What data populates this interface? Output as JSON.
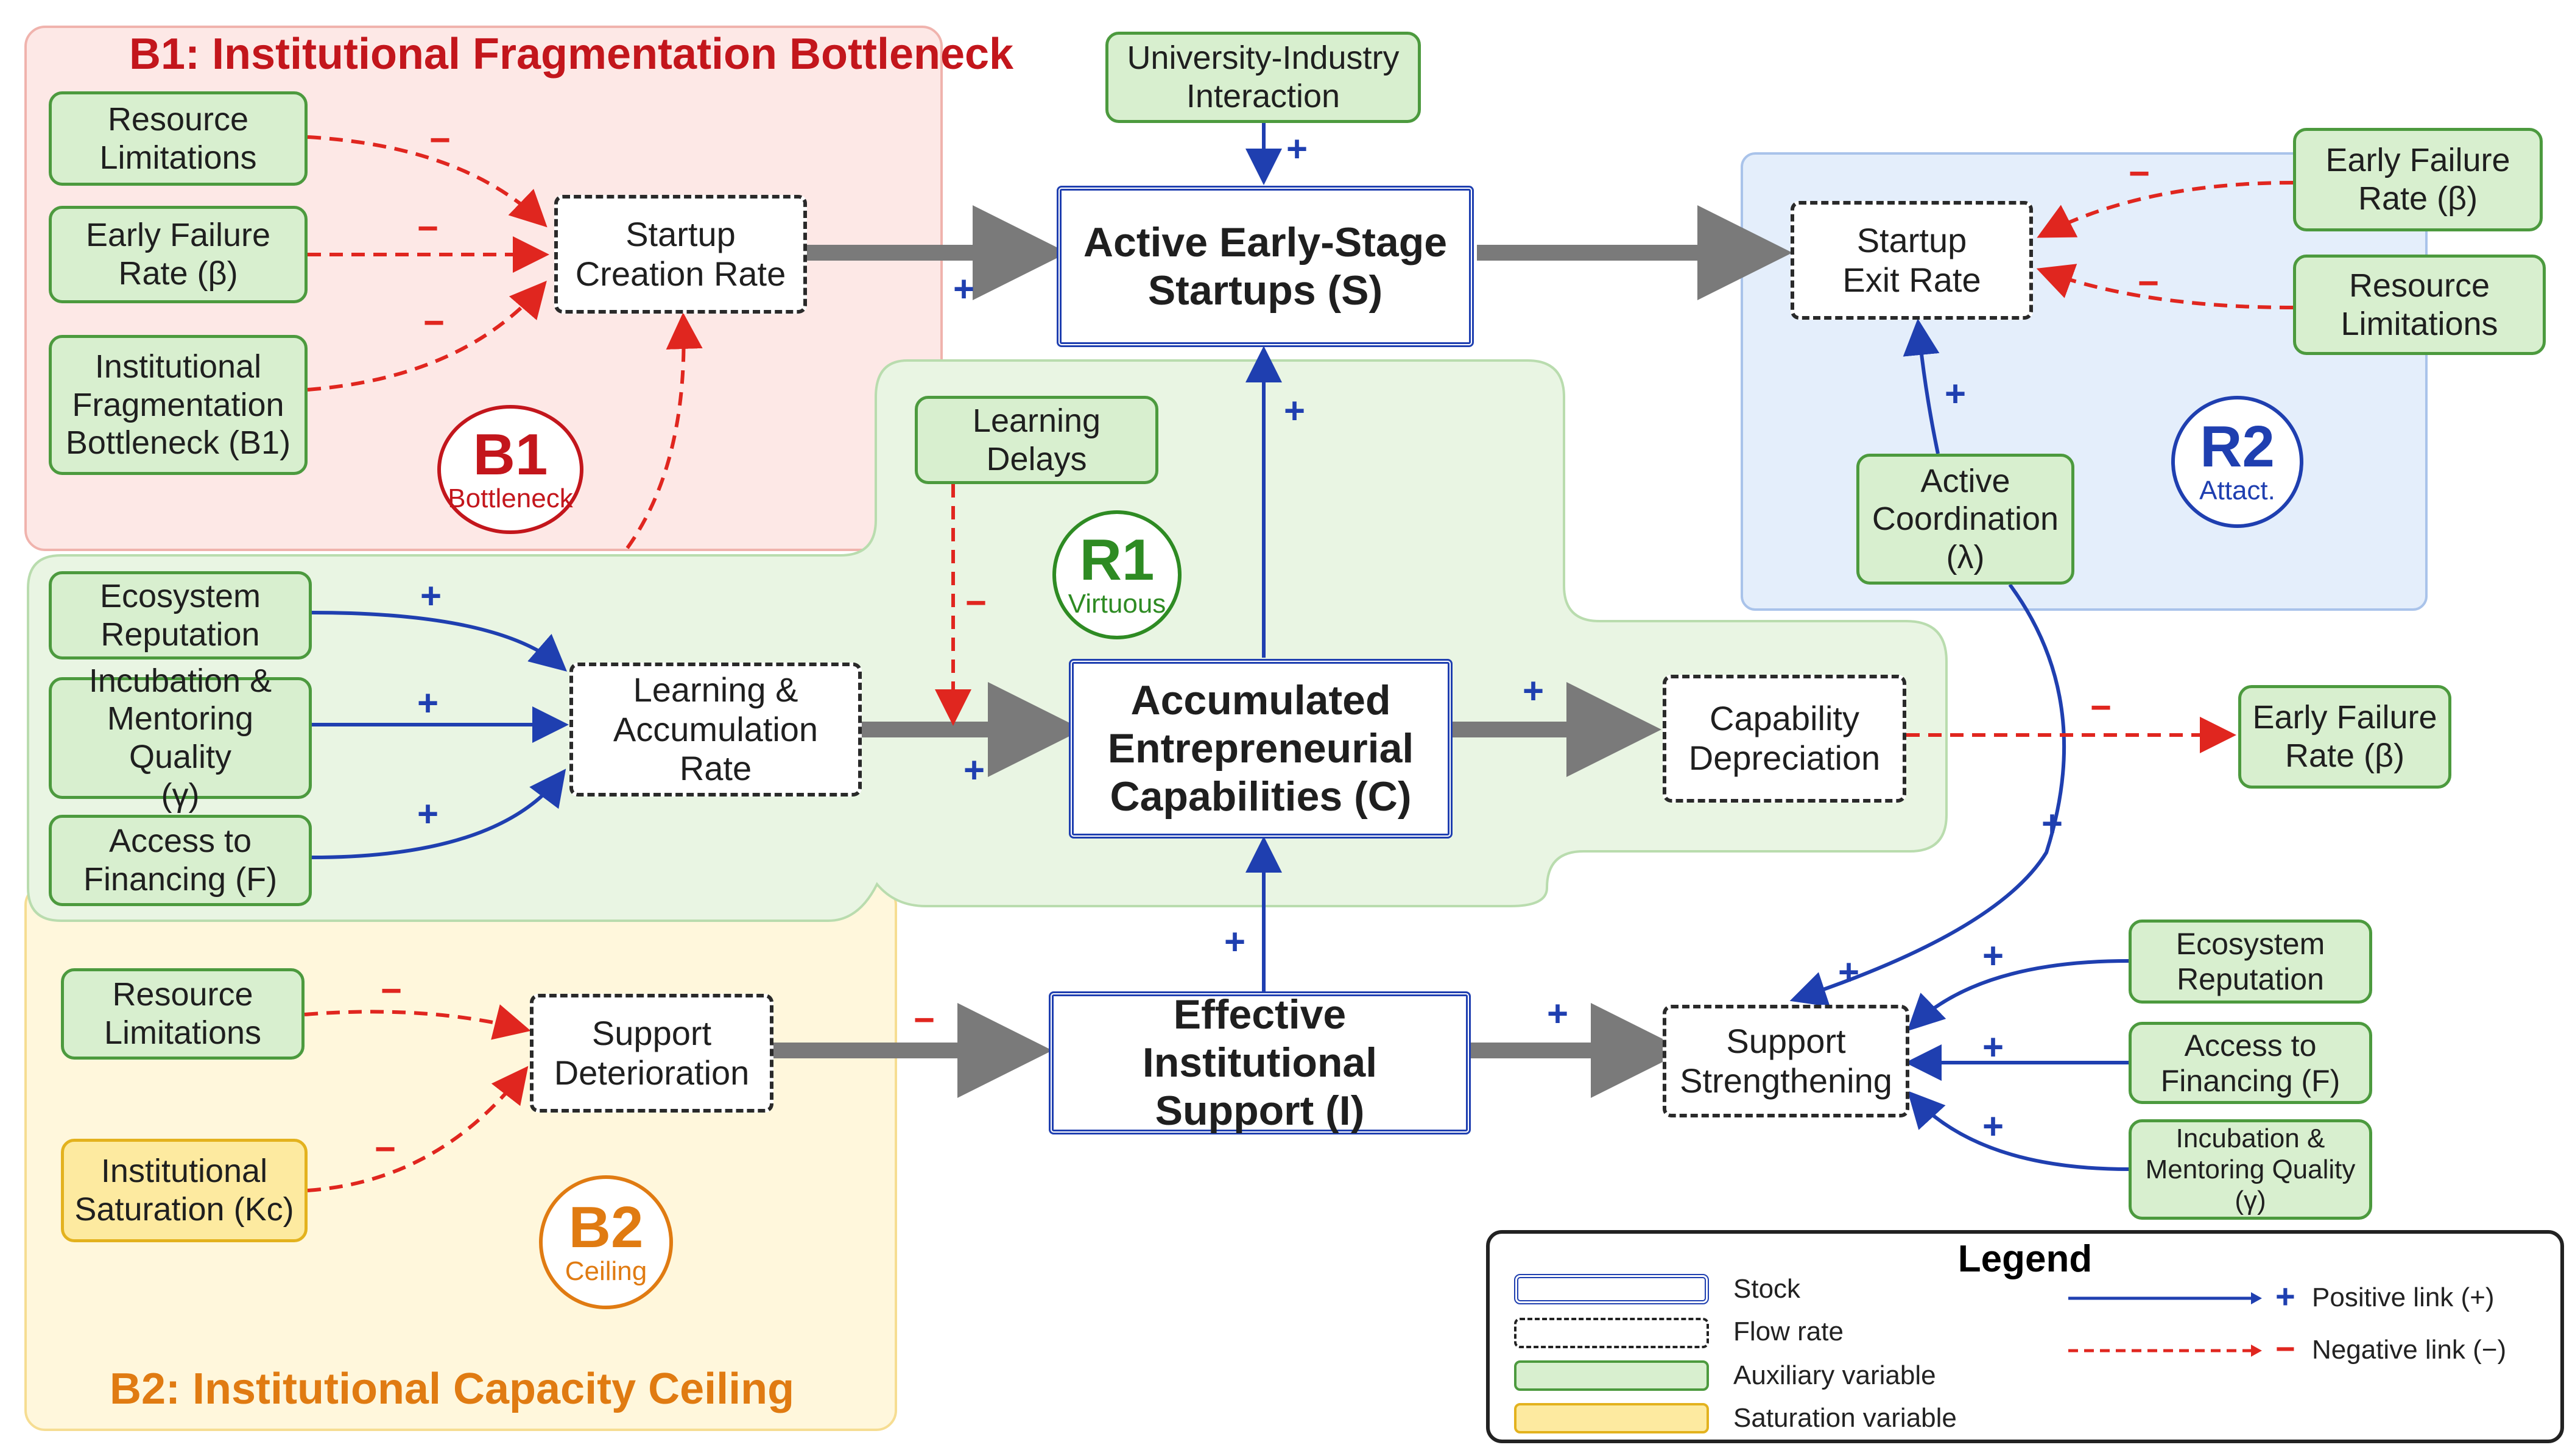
{
  "regions": {
    "b1": {
      "title": "B1: Institutional Fragmentation Bottleneck",
      "color": "#c3161c",
      "fill": "#fde8e6"
    },
    "b2": {
      "title": "B2: Institutional Capacity Ceiling",
      "color": "#e07b12",
      "fill": "#fff7dc"
    },
    "r1": {
      "fill": "#e9f5e3"
    },
    "r2": {
      "fill": "#e4eefb"
    }
  },
  "loops": {
    "b1": {
      "id": "B1",
      "sub": "Bottleneck"
    },
    "r1": {
      "id": "R1",
      "sub": "Virtuous"
    },
    "r2": {
      "id": "R2",
      "sub": "Attact."
    },
    "b2": {
      "id": "B2",
      "sub": "Ceiling"
    }
  },
  "nodes": {
    "resource_limitations_b1": "Resource\nLimitations",
    "early_failure_b1": "Early Failure\nRate (β)",
    "inst_fragmentation": "Institutional\nFragmentation\nBottleneck (B1)",
    "startup_creation_rate": "Startup\nCreation Rate",
    "univ_industry": "University-Industry\nInteraction",
    "active_startups": "Active Early-Stage\nStartups (S)",
    "startup_exit_rate": "Startup\nExit Rate",
    "early_failure_r2": "Early Failure\nRate (β)",
    "resource_limitations_r2": "Resource\nLimitations",
    "active_coordination": "Active\nCoordination\n(λ)",
    "learning_delays": "Learning Delays",
    "ecosystem_reputation_left": "Ecosystem\nReputation",
    "incubation_left": "Incubation &\nMentoring Quality\n(γ)",
    "access_financing_left": "Access to\nFinancing (F)",
    "learning_rate": "Learning &\nAccumulation Rate",
    "accumulated_capabilities": "Accumulated\nEntrepreneurial\nCapabilities (C)",
    "capability_depreciation": "Capability\nDepreciation",
    "early_failure_right": "Early Failure\nRate (β)",
    "resource_limitations_b2": "Resource\nLimitations",
    "institutional_saturation": "Institutional\nSaturation (Kc)",
    "support_deterioration": "Support\nDeterioration",
    "effective_support": "Effective Institutional\nSupport (I)",
    "support_strengthening": "Support\nStrengthening",
    "ecosystem_reputation_right": "Ecosystem\nReputation",
    "access_financing_right": "Access to\nFinancing (F)",
    "incubation_right": "Incubation &\nMentoring Quality\n(γ)"
  },
  "signs": {
    "plus": "+",
    "minus": "−"
  },
  "legend": {
    "title": "Legend",
    "stock": "Stock",
    "flow": "Flow rate",
    "auxiliary": "Auxiliary variable",
    "saturation": "Saturation variable",
    "positive": "Positive link (+)",
    "negative": "Negative link (−)"
  },
  "colors": {
    "positive": "#1f3fb0",
    "negative": "#e0261f",
    "flow_arrow": "#7a7a7a",
    "r1": "#2e8b23",
    "r2": "#1f3fb0",
    "b1": "#c3161c",
    "b2": "#e07b12"
  }
}
